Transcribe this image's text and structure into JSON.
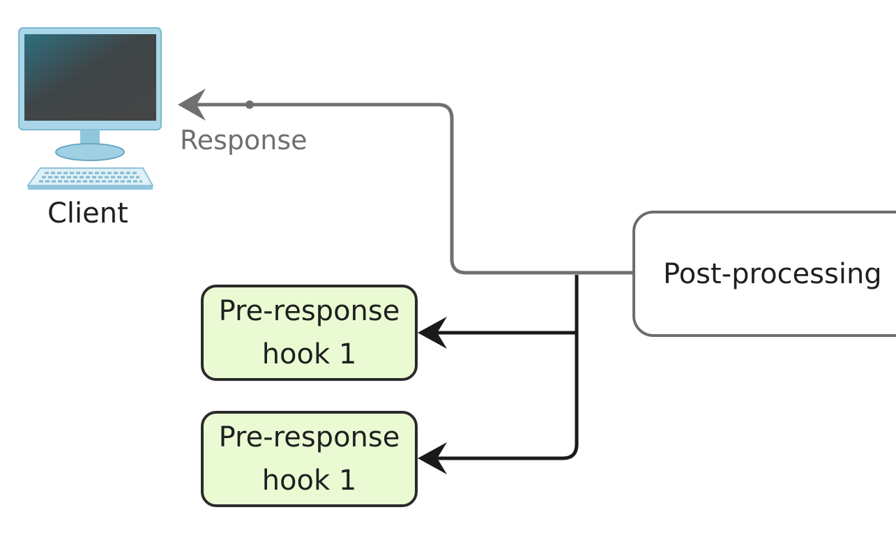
{
  "client": {
    "label": "Client"
  },
  "response": {
    "label": "Response"
  },
  "post_processing": {
    "label": "Post-processing"
  },
  "hooks": [
    {
      "line1": "Pre-response",
      "line2": "hook 1"
    },
    {
      "line1": "Pre-response",
      "line2": "hook 1"
    }
  ],
  "colors": {
    "response_flow": "#707070",
    "hook_flow": "#1a1a1a",
    "hook_fill": "#eafad3",
    "monitor_frame": "#a8d4e6",
    "screen": "#3e3f41"
  }
}
